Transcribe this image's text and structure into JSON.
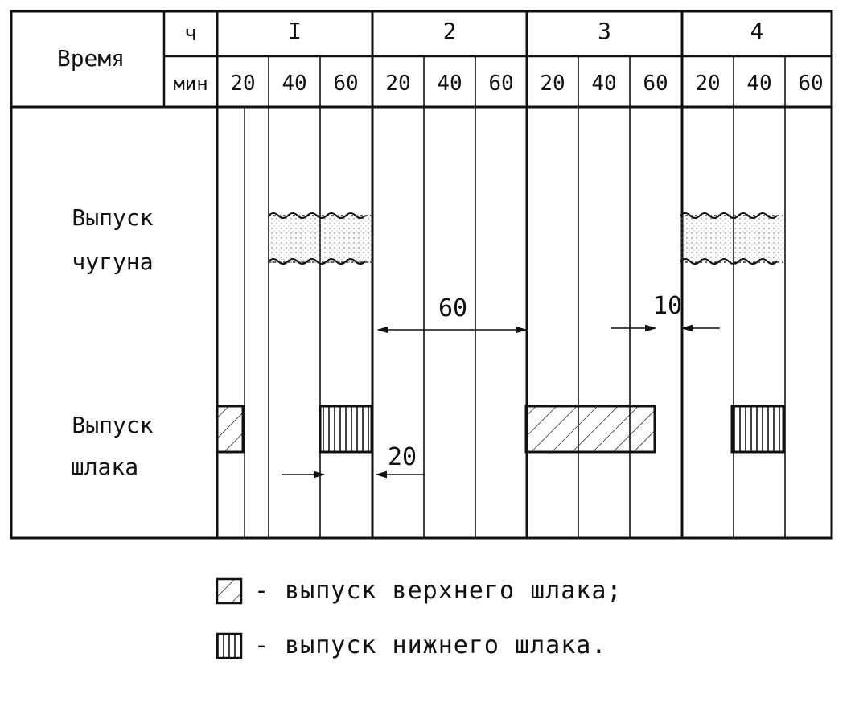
{
  "header": {
    "time_label": "Время",
    "hours_unit": "ч",
    "minutes_unit": "мин",
    "hours": [
      "I",
      "2",
      "3",
      "4"
    ],
    "minutes": [
      "20",
      "40",
      "60",
      "20",
      "40",
      "60",
      "20",
      "40",
      "60",
      "20",
      "40",
      "60"
    ]
  },
  "rows": {
    "iron_label_line1": "Выпуск",
    "iron_label_line2": "чугуна",
    "slag_label_line1": "Выпуск",
    "slag_label_line2": "шлака"
  },
  "dimensions": {
    "between_iron_tappings": "60",
    "iron_to_slag": "10",
    "slag_gap": "20"
  },
  "legend": {
    "upper_slag": "- выпуск верхнего шлака;",
    "lower_slag": "- выпуск нижнего шлака."
  },
  "schedule": {
    "iron_tapping": [
      {
        "start_min": 20,
        "end_min": 60
      },
      {
        "start_min": 180,
        "end_min": 220
      }
    ],
    "upper_slag_tapping": [
      {
        "start_min": 0,
        "end_min": 10
      },
      {
        "start_min": 120,
        "end_min": 170
      }
    ],
    "lower_slag_tapping": [
      {
        "start_min": 40,
        "end_min": 60
      },
      {
        "start_min": 200,
        "end_min": 220
      }
    ]
  }
}
